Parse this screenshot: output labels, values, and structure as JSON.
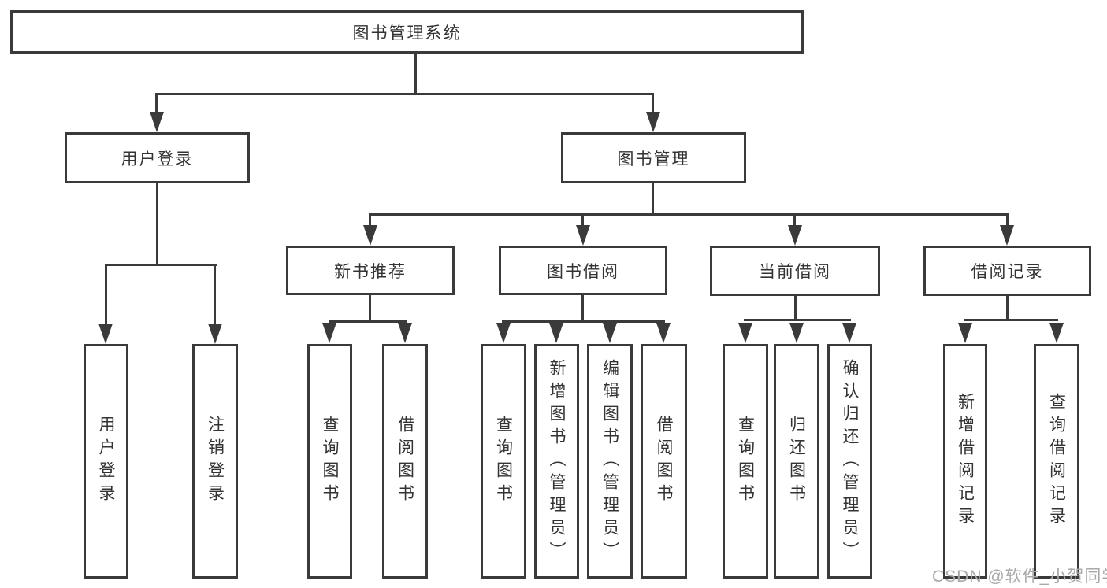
{
  "diagram": {
    "root": {
      "label": "图书管理系统"
    },
    "level2": [
      {
        "label": "用户登录",
        "parent": "图书管理系统"
      },
      {
        "label": "图书管理",
        "parent": "图书管理系统"
      }
    ],
    "level3": [
      {
        "label": "新书推荐",
        "parent": "图书管理"
      },
      {
        "label": "图书借阅",
        "parent": "图书管理"
      },
      {
        "label": "当前借阅",
        "parent": "图书管理"
      },
      {
        "label": "借阅记录",
        "parent": "图书管理"
      }
    ],
    "leaves": [
      {
        "label": "用户登录",
        "parent": "用户登录"
      },
      {
        "label": "注销登录",
        "parent": "用户登录"
      },
      {
        "label": "查询图书",
        "parent": "新书推荐"
      },
      {
        "label": "借阅图书",
        "parent": "新书推荐"
      },
      {
        "label": "查询图书",
        "parent": "图书借阅"
      },
      {
        "label": "新增图书（管理员）",
        "parent": "图书借阅"
      },
      {
        "label": "编辑图书（管理员）",
        "parent": "图书借阅"
      },
      {
        "label": "借阅图书",
        "parent": "图书借阅"
      },
      {
        "label": "查询图书",
        "parent": "当前借阅"
      },
      {
        "label": "归还图书",
        "parent": "当前借阅"
      },
      {
        "label": "确认归还（管理员）",
        "parent": "当前借阅"
      },
      {
        "label": "新增借阅记录",
        "parent": "借阅记录"
      },
      {
        "label": "查询借阅记录",
        "parent": "借阅记录"
      }
    ],
    "watermark": "CSDN @软件_小贺同学",
    "colors": {
      "line": "#3a3a3a",
      "text": "#333333",
      "watermark": "#a9a9a9",
      "background": "#ffffff"
    }
  }
}
